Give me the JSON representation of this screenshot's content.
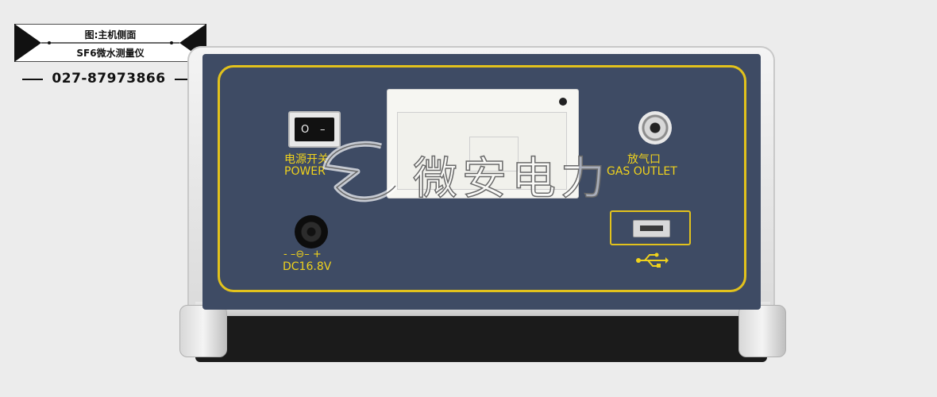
{
  "caption": {
    "line1": "图:主机侧面",
    "line2": "SF6微水测量仪",
    "phone": "027-87973866"
  },
  "panel": {
    "power_label_cn": "电源开关",
    "power_label_en": "POWER",
    "switch_off": "O",
    "switch_on": "–",
    "outlet_label_cn": "放气口",
    "outlet_label_en": "GAS OUTLET",
    "dc_polarity": "- –⊖– +",
    "dc_label": "DC16.8V"
  },
  "watermark": {
    "text": "微安电力"
  },
  "colors": {
    "panel": "#3e4b64",
    "accent": "#e2c21c"
  },
  "icons": [
    "usb-icon",
    "logo-icon"
  ]
}
